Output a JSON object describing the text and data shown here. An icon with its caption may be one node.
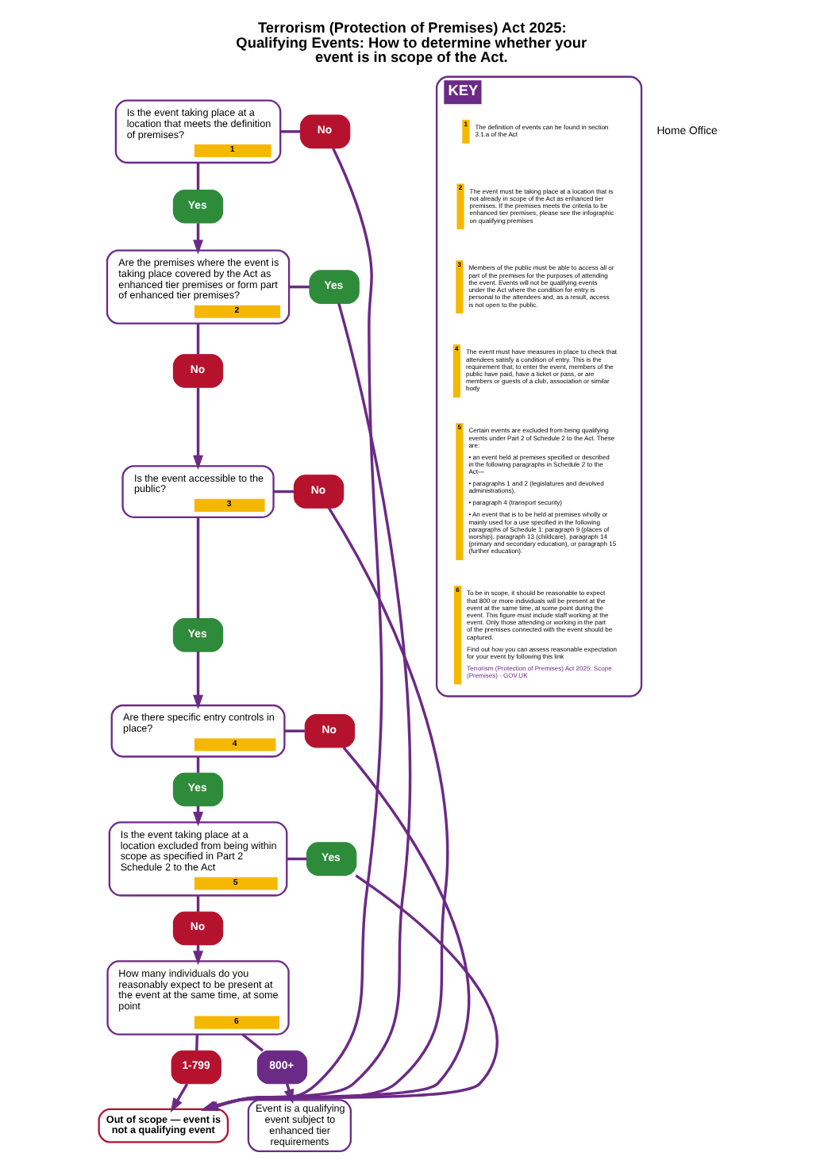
{
  "diagram": {
    "title": "Terrorism (Protection of Premises) Act 2025: Qualifying Events: How to determine whether your event is in scope of the Act.",
    "nodes": [
      {
        "text": [
          "Is the event taking place at a location that meets the definition of premises?",
          "1"
        ]
      },
      {
        "text": [
          "Yes"
        ]
      },
      {
        "text": [
          "Are the premises where the event is taking place covered by the Act as enhanced tier premises or form part of enhanced tier premises?",
          "2"
        ]
      },
      {
        "text": [
          "No"
        ]
      },
      {
        "text": [
          "Is the event accessible to the public?",
          "3"
        ]
      },
      {
        "text": [
          "Yes"
        ]
      },
      {
        "text": [
          "Are there specific entry controls in place?",
          "4"
        ]
      },
      {
        "text": [
          "Yes"
        ]
      },
      {
        "text": [
          "Is the event taking place at a location excluded from being within scope as specified in Part 2 Schedule 2 to the Act",
          "5"
        ]
      },
      {
        "text": [
          "No"
        ]
      },
      {
        "text": [
          "How many individuals do you reasonably expect to be present at the event at the same time, at some point",
          "6"
        ]
      },
      {
        "text": [
          "1-799"
        ]
      },
      {
        "text": [
          "Out of scope — event is not a qualifying event"
        ]
      },
      {
        "text": [
          "800+"
        ]
      },
      {
        "text": [
          "Event is a qualifying event subject to enhanced tier requirements"
        ]
      },
      {
        "text": [
          "No"
        ]
      },
      {
        "text": [
          "Yes"
        ]
      },
      {
        "text": [
          "No"
        ]
      },
      {
        "text": [
          "No"
        ]
      },
      {
        "text": [
          "Yes"
        ]
      },
      {
        "text": [
          "KEY"
        ]
      },
      {
        "text": [
          "1",
          "The definition of events can be found in section 3.1.a of the Act"
        ],
        "in": 20
      },
      {
        "text": [
          "2",
          "The event must be taking place at a location that is not already in scope of the Act as enhanced tier premises. If the premises meets the criteria to be enhanced tier premises, please see the infographic on qualifying premises"
        ],
        "in": 20
      },
      {
        "text": [
          "3",
          "Members of the public must be able to access all or part of the premises for the purposes of attending the event. Events will not be qualifying events under the Act where the condition for entry is personal to the attendees and, as a result, access is not open to the public."
        ],
        "in": 20
      },
      {
        "text": [
          "4",
          "The event must have measures in place to check that attendees satisfy a condition of entry. This is the requirement that, to enter the event, members of the public have paid, have a ticket or pass, or are members or guests of a club, association or similar body"
        ],
        "in": 20
      },
      {
        "text": [
          "5",
          "Certain events are excluded from being qualifying events under Part 2 of Schedule 2 to the Act. These are:",
          "• an event held at premises specified or described in the following paragraphs in Schedule 2 to the Act—",
          "• paragraphs 1 and 2 (legislatures and devolved administrations),",
          "• paragraph 4 (transport security)",
          "• An event that is to be held at premises wholly or mainly used for a use specified in the following paragraphs of Schedule 1: paragraph 9 (places of worship), paragraph 13 (childcare), paragraph 14 (primary and secondary education), or paragraph 15 (further education)."
        ],
        "in": 20
      },
      {
        "text": [
          "6",
          "To be in scope, it should be reasonable to expect that 800 or more individuals will be present at the event at the same time, at some point during the event. This figure must include staff working at the event. Only those attending or working in the part of the premises connected with the event should be captured.",
          "Find out how you can assess reasonable expectation for your event by following this link",
          "Terrorism (Protection of Premises) Act 2025: Scope (Premises) - GOV.UK"
        ],
        "in": 20
      }
    ],
    "edges": [
      {
        "from": 0,
        "to": 1,
        "arrow": "none"
      },
      {
        "from": 1,
        "to": 2,
        "arrow": "to"
      },
      {
        "from": 2,
        "to": 3,
        "arrow": "none"
      },
      {
        "from": 3,
        "to": 4,
        "arrow": "to"
      },
      {
        "from": 4,
        "to": 5,
        "arrow": "none"
      },
      {
        "from": 5,
        "to": 6,
        "arrow": "to"
      },
      {
        "from": 6,
        "to": 7,
        "arrow": "none"
      },
      {
        "from": 7,
        "to": 8,
        "arrow": "to"
      },
      {
        "from": 8,
        "to": 9,
        "arrow": "none"
      },
      {
        "from": 9,
        "to": 10,
        "arrow": "to"
      },
      {
        "from": 10,
        "to": 11,
        "arrow": "none"
      },
      {
        "from": 11,
        "to": 12,
        "arrow": "to"
      },
      {
        "from": 10,
        "to": 13,
        "arrow": "none"
      },
      {
        "from": 13,
        "to": 14,
        "arrow": "to"
      },
      {
        "from": 0,
        "to": 15,
        "arrow": "none"
      },
      {
        "from": 15,
        "to": 12,
        "arrow": "to"
      },
      {
        "from": 2,
        "to": 16,
        "arrow": "none"
      },
      {
        "from": 16,
        "to": 12,
        "arrow": "to"
      },
      {
        "from": 4,
        "to": 17,
        "arrow": "none"
      },
      {
        "from": 17,
        "to": 12,
        "arrow": "to"
      },
      {
        "from": 6,
        "to": 18,
        "arrow": "none"
      },
      {
        "from": 18,
        "to": 12,
        "arrow": "to"
      },
      {
        "from": 8,
        "to": 19,
        "arrow": "none"
      },
      {
        "from": 19,
        "to": 12,
        "arrow": "to"
      }
    ],
    "labels": [
      "Home Office"
    ]
  }
}
